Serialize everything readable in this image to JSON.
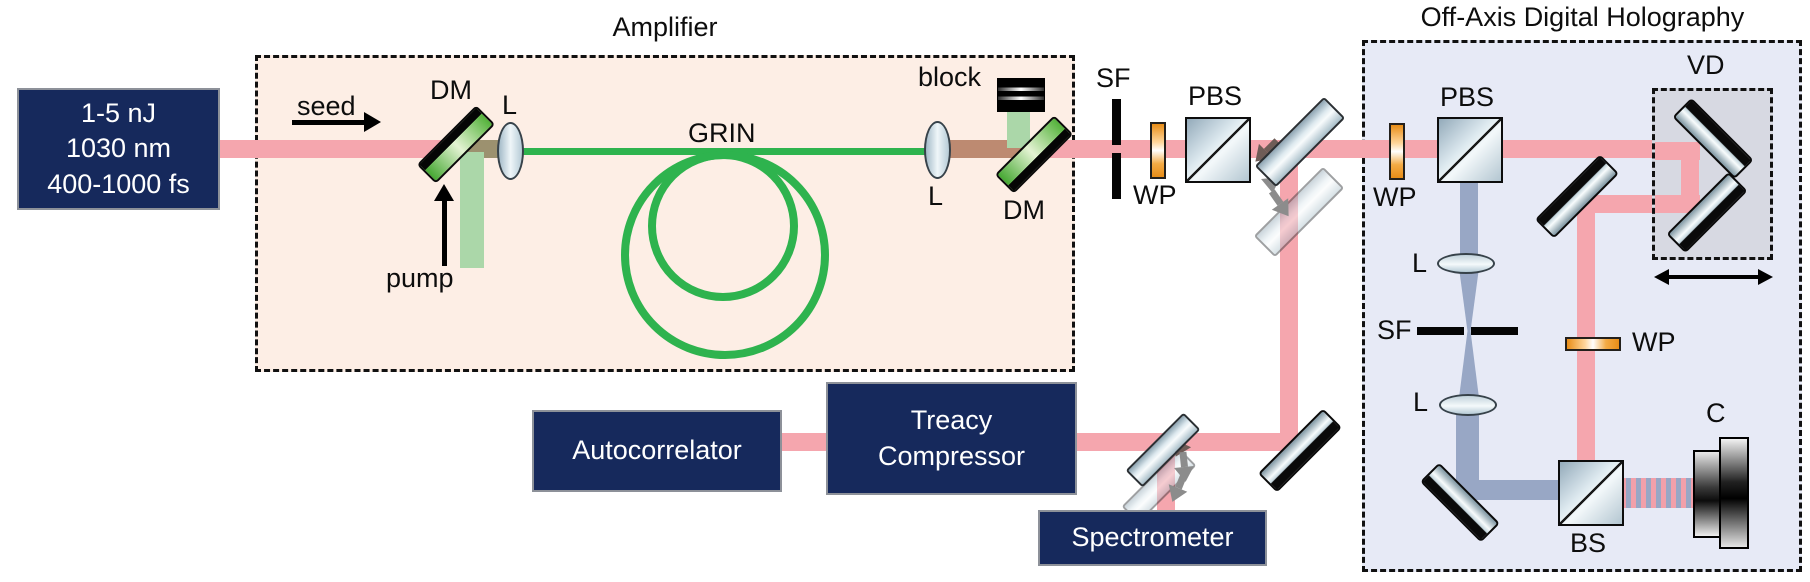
{
  "titles": {
    "amplifier": "Amplifier",
    "holography": "Off-Axis Digital Holography"
  },
  "source_box": {
    "line1": "1-5 nJ",
    "line2": "1030 nm",
    "line3": "400-1000 fs"
  },
  "instruments": {
    "autocorrelator": "Autocorrelator",
    "treacy_line1": "Treacy",
    "treacy_line2": "Compressor",
    "spectrometer": "Spectrometer"
  },
  "labels": {
    "seed": "seed",
    "pump": "pump",
    "dm_input": "DM",
    "lens_input": "L",
    "grin": "GRIN",
    "block": "block",
    "lens_output": "L",
    "dm_output": "DM",
    "sf_main": "SF",
    "wp_main": "WP",
    "pbs_main": "PBS",
    "pbs_holo": "PBS",
    "vd": "VD",
    "wp_reference": "WP",
    "lens_ref_1": "L",
    "sf_reference": "SF",
    "lens_ref_2": "L",
    "wp_signal": "WP",
    "bs": "BS",
    "camera": "C"
  },
  "colors": {
    "seed_beam": "#f5a6ae",
    "pump_beam": "#abd7a9",
    "fiber_green": "#2eb34e",
    "combined_beam": "#9c916f",
    "amplified_beam": "#bd8a71",
    "reference_beam": "#98a7c5",
    "navy_box": "#16295c",
    "amplifier_bg": "#fdeee5",
    "holography_bg": "#e7eaf6",
    "vd_bg": "#d7d9e2"
  }
}
